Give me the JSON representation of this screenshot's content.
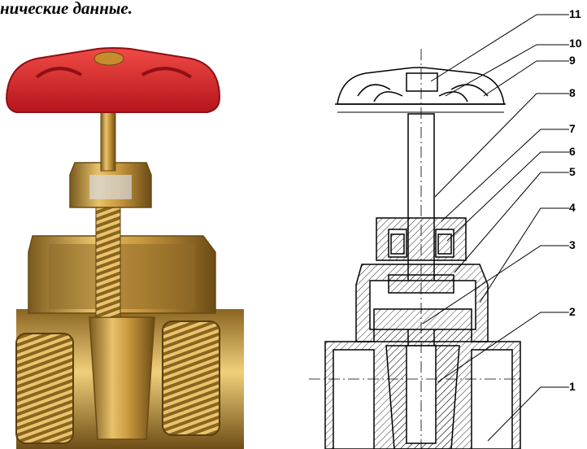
{
  "heading": "нические данные.",
  "callouts": [
    "11",
    "10",
    "9",
    "8",
    "7",
    "6",
    "5",
    "4",
    "3",
    "2",
    "1"
  ],
  "colors": {
    "handwheel_red": "#d9252a",
    "brass": "#c9a04a",
    "line": "#000000"
  },
  "icons": [
    "valve-photo-illustration",
    "valve-section-drawing"
  ]
}
